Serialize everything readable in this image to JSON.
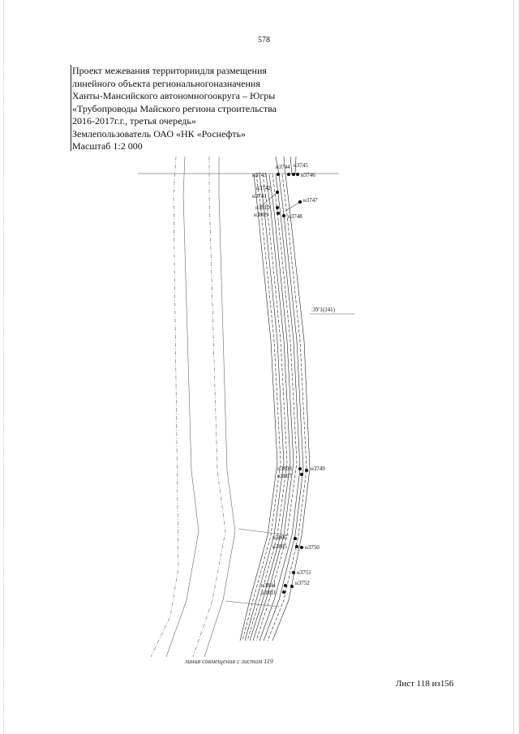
{
  "page_number": "578",
  "title_lines": [
    "Проект межевания территориидля размещения",
    "линейного объекта региональногоназначения",
    "Ханты-Мансийского автономногоокруга – Югры",
    "«Трубопроводы Майского региона строительства",
    "2016-2017г.г., третья очередь»",
    "Землепользователь ОАО «НК «Роснефть»",
    "Масштаб 1:2 000"
  ],
  "zone_label": ":ЗУ1(241)",
  "points": [
    {
      "label": "н3744",
      "key": "p3744"
    },
    {
      "label": "н3745",
      "key": "p3745"
    },
    {
      "label": "н3743",
      "key": "p3743"
    },
    {
      "label": "н3746",
      "key": "p3746"
    },
    {
      "label": "н3742",
      "key": "p3742"
    },
    {
      "label": "н3741",
      "key": "p3741"
    },
    {
      "label": "н3747",
      "key": "p3747"
    },
    {
      "label": "н3810",
      "key": "p3810"
    },
    {
      "label": "н3809",
      "key": "p3809"
    },
    {
      "label": "н3748",
      "key": "p3748"
    },
    {
      "label": "н3808",
      "key": "p3808"
    },
    {
      "label": "н3749",
      "key": "p3749"
    },
    {
      "label": "н3807",
      "key": "p3807"
    },
    {
      "label": "н3806",
      "key": "p3806"
    },
    {
      "label": "н3805",
      "key": "p3805"
    },
    {
      "label": "н3750",
      "key": "p3750"
    },
    {
      "label": "н3751",
      "key": "p3751"
    },
    {
      "label": "н3804",
      "key": "p3804"
    },
    {
      "label": "н3752",
      "key": "p3752"
    },
    {
      "label": "н3803",
      "key": "p3803"
    }
  ],
  "caption": "линия совмещения с листом 119",
  "sheet_label": "Лист 118 из156"
}
